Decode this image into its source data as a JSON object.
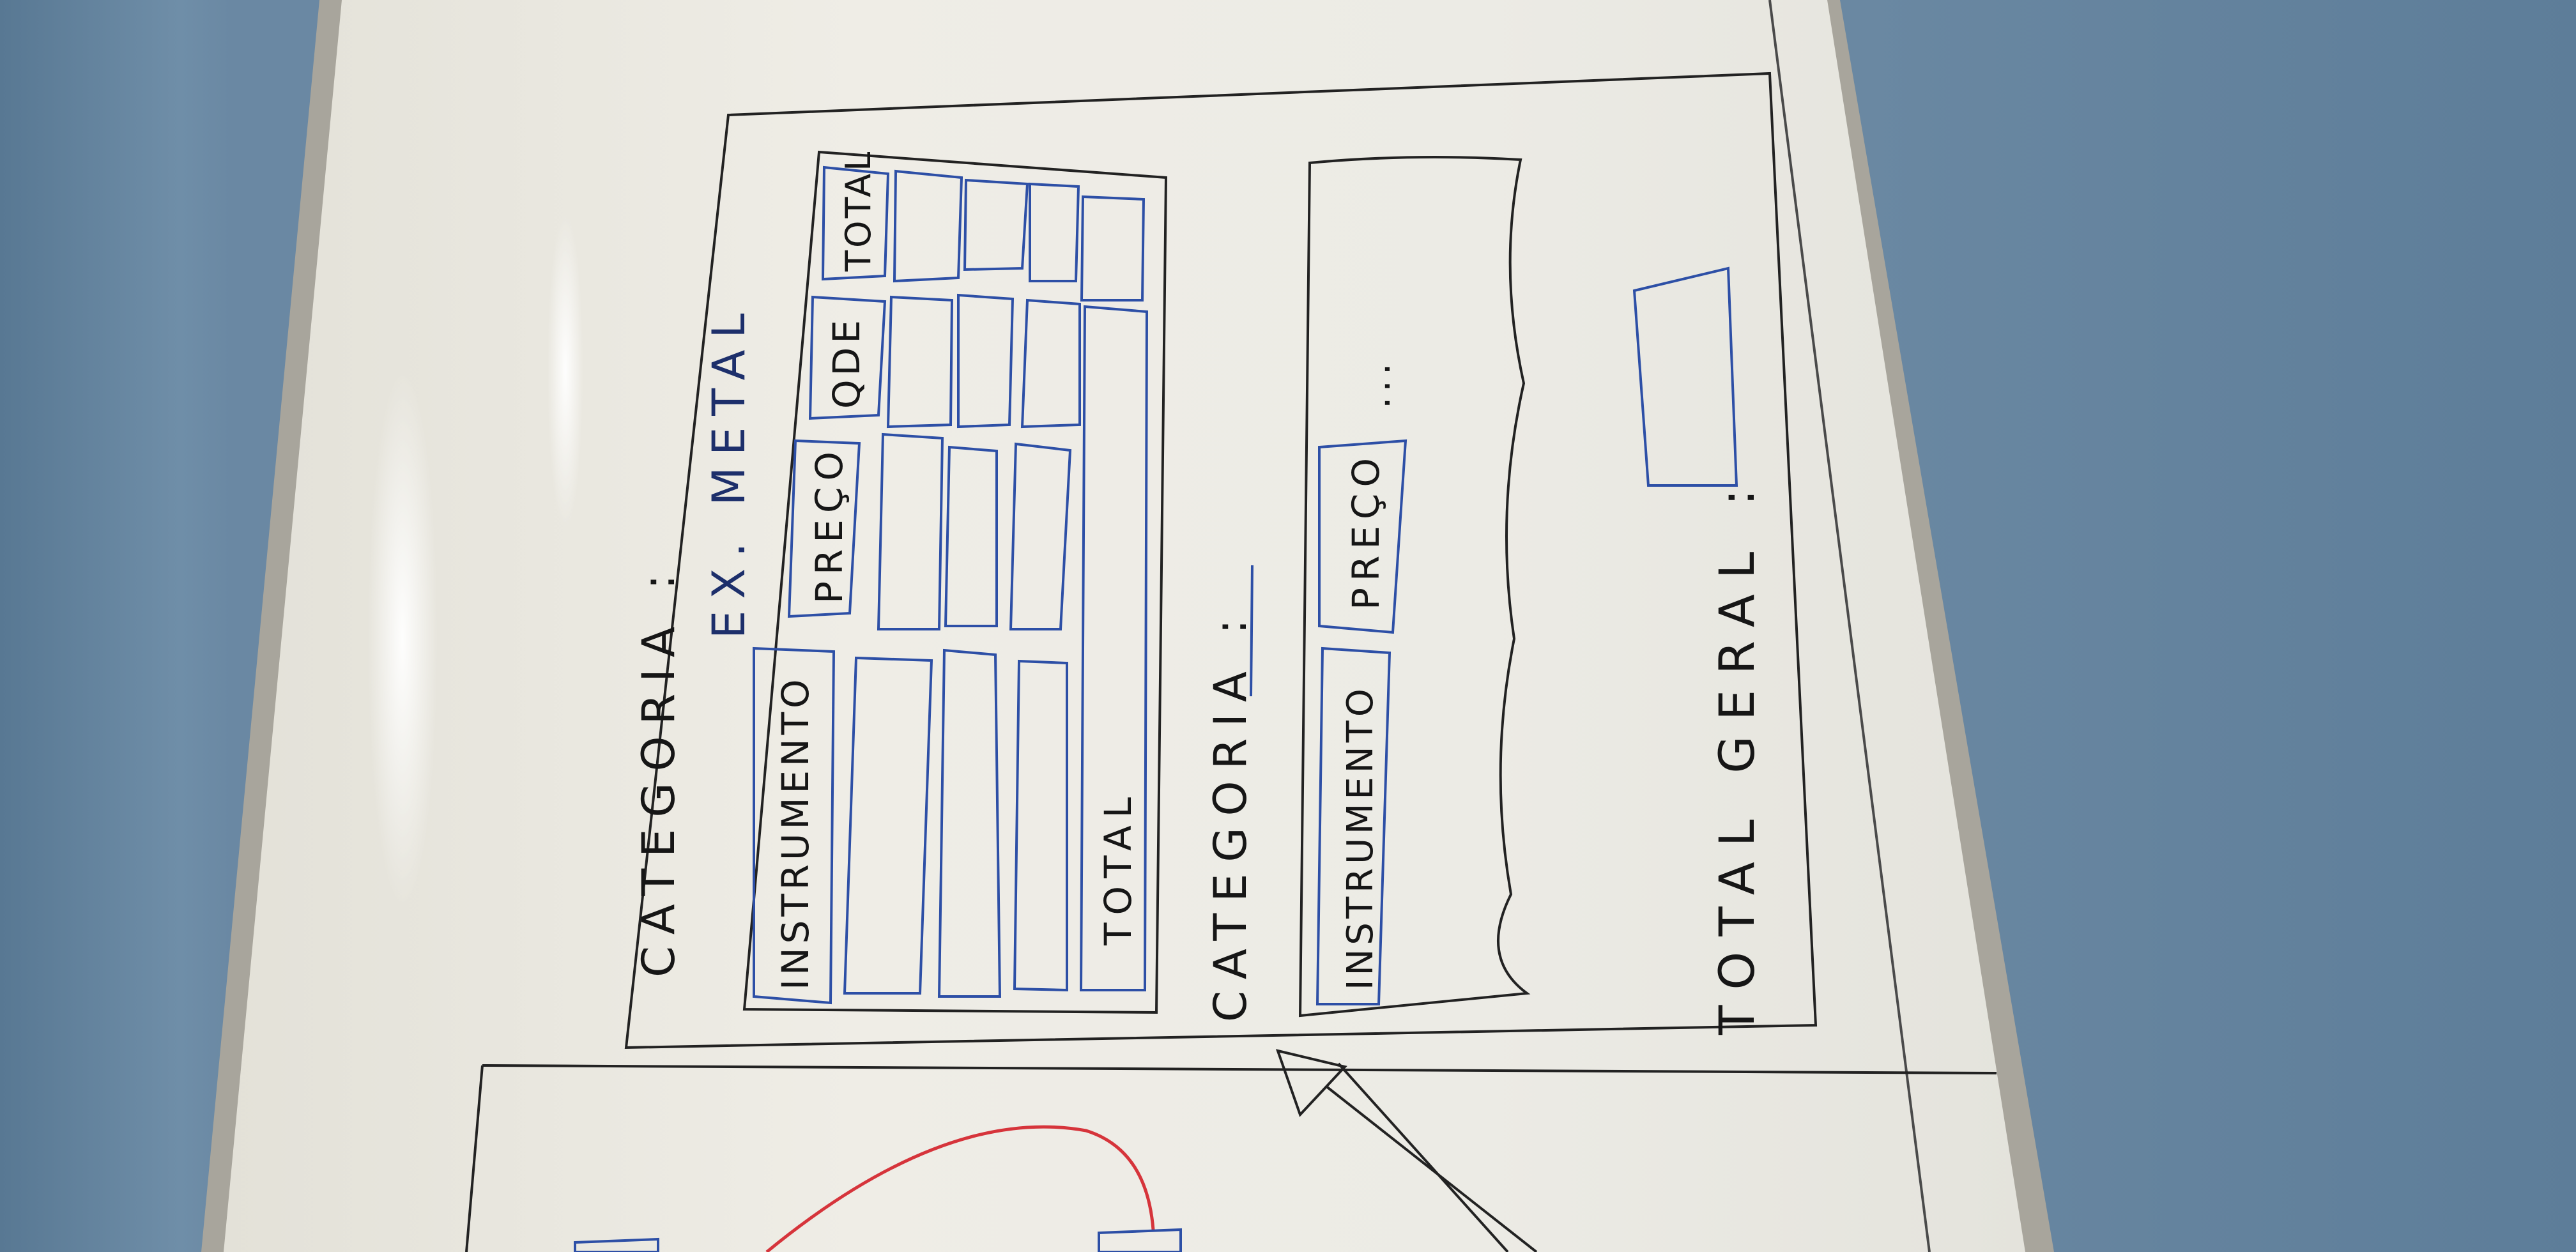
{
  "sketch": {
    "section_1": {
      "category_label": "CATEGORIA :",
      "category_example": "EX. METAL",
      "header_instrumento": "INSTRUMENTO",
      "header_preco": "PREÇO",
      "header_qde": "QDE",
      "header_total": "TOTAL",
      "footer_total": "TOTAL"
    },
    "section_2": {
      "category_label": "CATEGORIA :",
      "header_instrumento": "INSTRUMENTO",
      "header_preco": "PREÇO",
      "header_more": "..."
    },
    "grand_total_label": "TOTAL GERAL :"
  },
  "colors": {
    "wall": "#6a88a3",
    "board": "#ebe9e1",
    "frame": "#9a9790",
    "black_marker": "#161616",
    "blue_marker": "#2d4fa6",
    "red_marker": "#d6343b"
  }
}
